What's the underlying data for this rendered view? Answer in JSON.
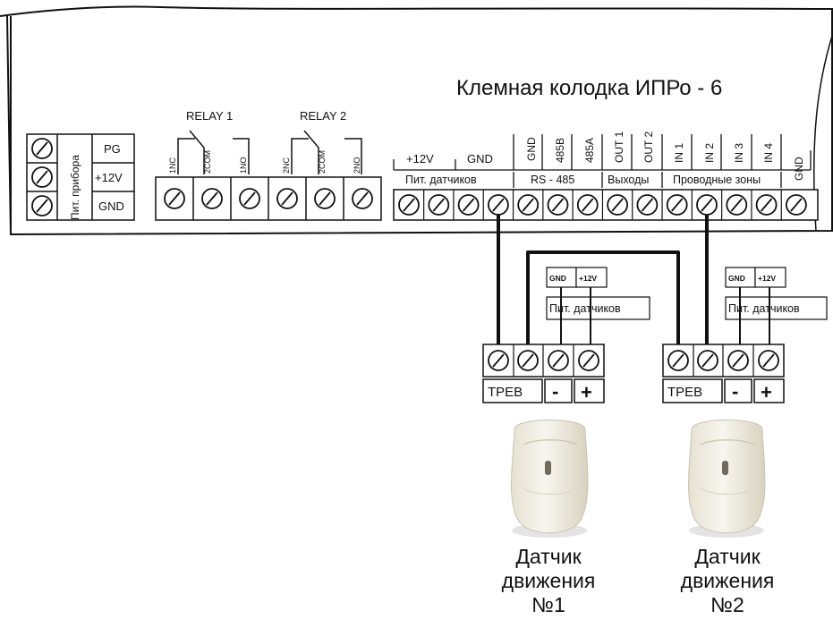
{
  "board": {
    "title": "Клемная колодка ИПРо - 6",
    "power": {
      "group_label": "Пит. прибора",
      "terminals": [
        "PG",
        "+12V",
        "GND"
      ]
    },
    "relays": [
      {
        "label": "RELAY 1",
        "pins": [
          "1NC",
          "2COM",
          "1NO"
        ]
      },
      {
        "label": "RELAY 2",
        "pins": [
          "2NC",
          "2COM",
          "2NO"
        ]
      }
    ],
    "sensor_power": {
      "pins": [
        "+12V",
        "GND"
      ],
      "group_label": "Пит. датчиков"
    },
    "rs485": {
      "pins": [
        "GND",
        "485B",
        "485A"
      ],
      "group_label": "RS - 485"
    },
    "outputs": {
      "pins": [
        "OUT 1",
        "OUT 2"
      ],
      "group_label": "Выходы"
    },
    "zones": {
      "pins": [
        "IN 1",
        "IN 2",
        "IN 3",
        "IN 4"
      ],
      "group_label": "Проводные зоны"
    },
    "gnd_label": "GND"
  },
  "sensors": [
    {
      "block": {
        "gnd": "GND",
        "plus": "+12V",
        "group_label": "Пит. датчиков"
      },
      "terminals": {
        "alarm": "ТРЕВ",
        "minus": "-",
        "plus": "+"
      },
      "caption": [
        "Датчик",
        "движения",
        "№1"
      ]
    },
    {
      "block": {
        "gnd": "GND",
        "plus": "+12V",
        "group_label": "Пит. датчиков"
      },
      "terminals": {
        "alarm": "ТРЕВ",
        "minus": "-",
        "plus": "+"
      },
      "caption": [
        "Датчик",
        "движения",
        "№2"
      ]
    }
  ],
  "colors": {
    "line": "#111111",
    "detector_body": "#f1eee3",
    "detector_shadow": "#d9d4c4"
  }
}
